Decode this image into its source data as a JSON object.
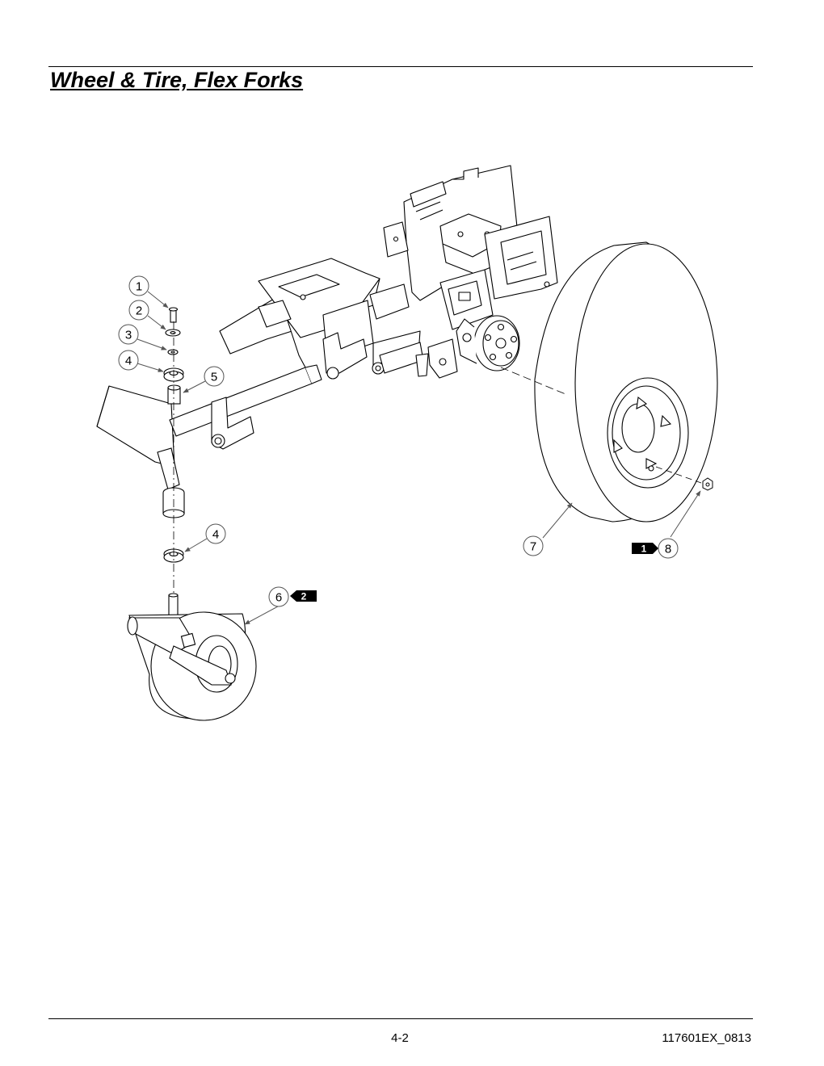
{
  "page": {
    "title": "Wheel & Tire, Flex Forks",
    "page_number": "4-2",
    "doc_code": "117601EX_0813"
  },
  "diagram": {
    "callouts": [
      "1",
      "2",
      "3",
      "4",
      "5",
      "4",
      "6",
      "7",
      "8"
    ],
    "tags": [
      "2",
      "1"
    ]
  }
}
